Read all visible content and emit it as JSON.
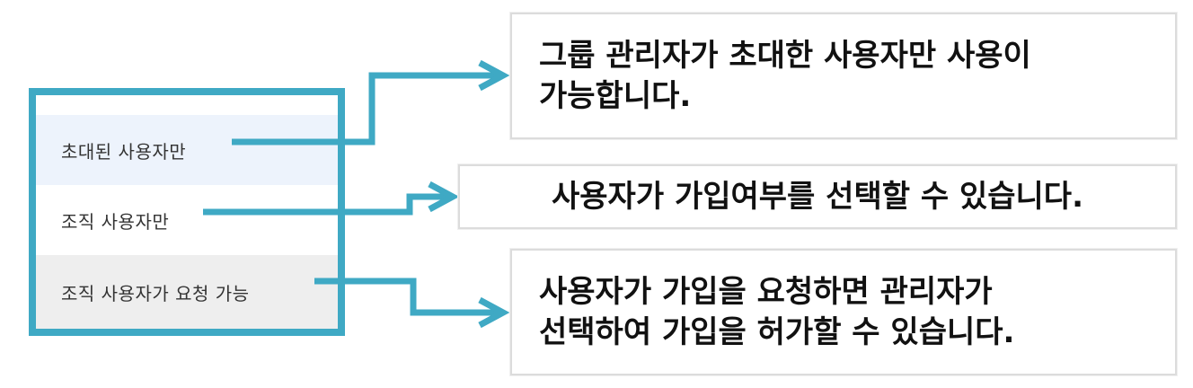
{
  "menu": {
    "items": [
      {
        "label": "초대된 사용자만"
      },
      {
        "label": "조직 사용자만"
      },
      {
        "label": "조직 사용자가 요청 가능"
      }
    ]
  },
  "callouts": [
    {
      "text": "그룹 관리자가 초대한 사용자만 사용이\n가능합니다."
    },
    {
      "text": "사용자가 가입여부를 선택할 수 있습니다."
    },
    {
      "text": "사용자가 가입을 요청하면 관리자가\n선택하여 가입을 허가할 수 있습니다."
    }
  ],
  "colors": {
    "accent": "#3fa9c4",
    "selected_row": "#edf3fc",
    "hover_row": "#eeeeee",
    "callout_border": "#dcdcdc"
  }
}
